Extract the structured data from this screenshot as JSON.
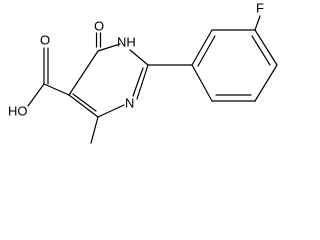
{
  "labels": {
    "fluorine": "F",
    "oxo_oxygen": "O",
    "ring_nh": "NH",
    "ring_n": "N",
    "hydroxyl": "HO",
    "carboxyl_oxygen": "O"
  }
}
